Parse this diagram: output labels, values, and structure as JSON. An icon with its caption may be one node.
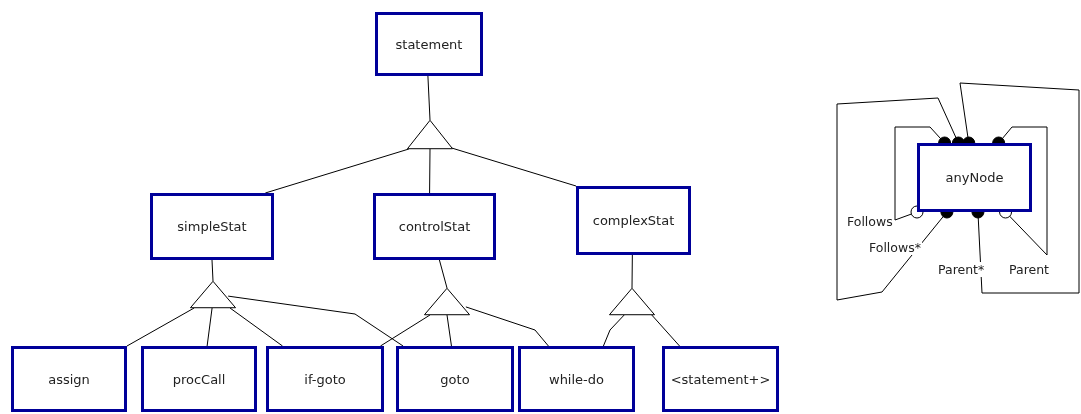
{
  "diagram": {
    "nodes": [
      {
        "text": [
          "statement"
        ]
      },
      {
        "text": [],
        "shape": "triangle"
      },
      {
        "text": [
          "simpleStat"
        ]
      },
      {
        "text": [
          "controlStat"
        ]
      },
      {
        "text": [
          "complexStat"
        ]
      },
      {
        "text": [],
        "shape": "triangle"
      },
      {
        "text": [],
        "shape": "triangle"
      },
      {
        "text": [],
        "shape": "triangle"
      },
      {
        "text": [
          "assign"
        ]
      },
      {
        "text": [
          "procCall"
        ]
      },
      {
        "text": [
          "if-goto"
        ]
      },
      {
        "text": [
          "goto"
        ]
      },
      {
        "text": [
          "while-do"
        ]
      },
      {
        "text": [
          "<statement+>"
        ]
      },
      {
        "text": [
          "anyNode"
        ]
      }
    ],
    "edges": [
      {
        "from": 0,
        "to": 1,
        "arrow": "none"
      },
      {
        "from": 1,
        "to": 2,
        "arrow": "none"
      },
      {
        "from": 1,
        "to": 3,
        "arrow": "none"
      },
      {
        "from": 1,
        "to": 4,
        "arrow": "none"
      },
      {
        "from": 2,
        "to": 5,
        "arrow": "none"
      },
      {
        "from": 3,
        "to": 6,
        "arrow": "none"
      },
      {
        "from": 4,
        "to": 7,
        "arrow": "none"
      },
      {
        "from": 5,
        "to": 8,
        "arrow": "none"
      },
      {
        "from": 5,
        "to": 9,
        "arrow": "none"
      },
      {
        "from": 5,
        "to": 10,
        "arrow": "none"
      },
      {
        "from": 5,
        "to": 11,
        "arrow": "none"
      },
      {
        "from": 6,
        "to": 10,
        "arrow": "none"
      },
      {
        "from": 6,
        "to": 11,
        "arrow": "none"
      },
      {
        "from": 6,
        "to": 12,
        "arrow": "none"
      },
      {
        "from": 7,
        "to": 12,
        "arrow": "none"
      },
      {
        "from": 7,
        "to": 13,
        "arrow": "none"
      },
      {
        "from": 14,
        "to": 14,
        "label": "Follows",
        "arrow": "other"
      },
      {
        "from": 14,
        "to": 14,
        "label": "Follows*",
        "arrow": "other"
      },
      {
        "from": 14,
        "to": 14,
        "label": "Parent*",
        "arrow": "other"
      },
      {
        "from": 14,
        "to": 14,
        "label": "Parent",
        "arrow": "other"
      }
    ]
  }
}
